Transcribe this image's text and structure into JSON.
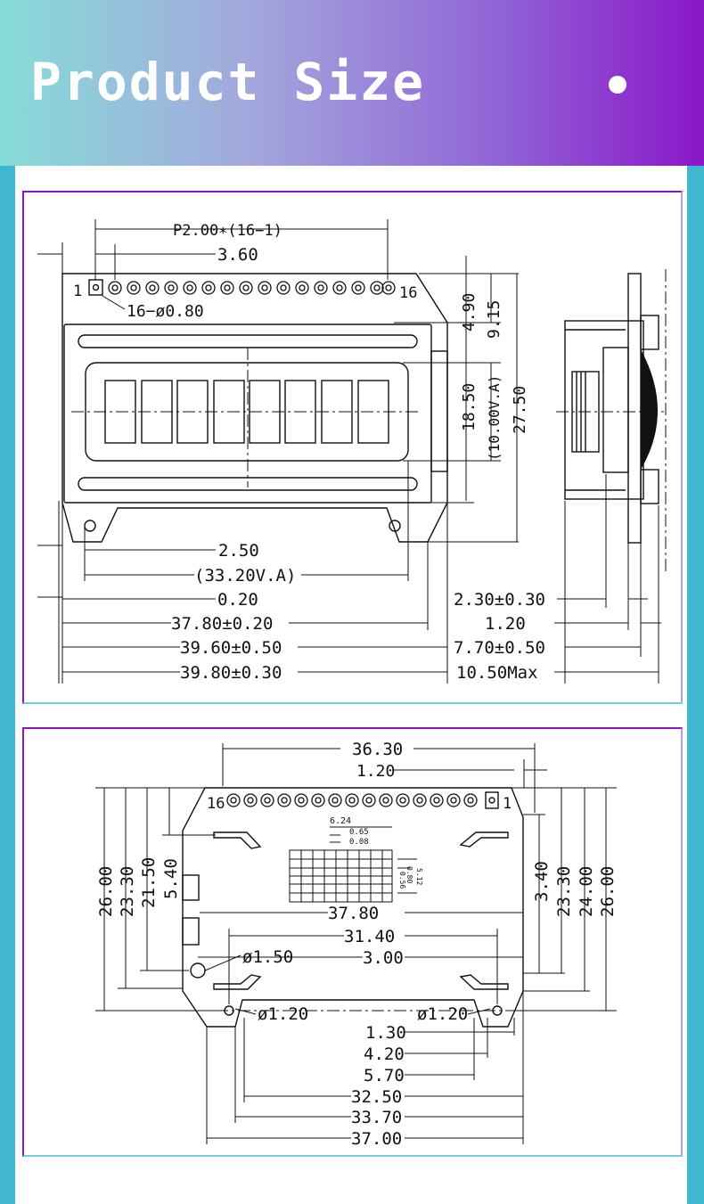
{
  "header": {
    "title": "Product Size"
  },
  "top_drawing": {
    "pitch": "P2.00∗(16−1)",
    "d_3_60": "3.60",
    "pin_first": "1",
    "pin_last": "16",
    "pin_dia": "16−ø0.80",
    "d_4_90": "4.90",
    "d_9_15": "9.15",
    "d_18_50": "18.50",
    "d_10_va": "(10.00V.A)",
    "d_27_50": "27.50",
    "d_2_50": "2.50",
    "d_33_20": "(33.20V.A)",
    "d_0_20": "0.20",
    "d_37_80": "37.80±0.20",
    "d_39_60": "39.60±0.50",
    "d_39_80": "39.80±0.30",
    "d_2_30": "2.30±0.30",
    "d_1_20": "1.20",
    "d_7_70": "7.70±0.50",
    "d_10_50": "10.50Max"
  },
  "bottom_drawing": {
    "d_36_30": "36.30",
    "d_1_20": "1.20",
    "pin_first": "16",
    "pin_last": "1",
    "d_6_24": "6.24",
    "d_0_65": "0.65",
    "d_0_08": "0.08",
    "d_0_80": "0.80",
    "d_0_56": "0.56",
    "d_5_12": "5.12",
    "d_37_80": "37.80",
    "d_31_40": "31.40",
    "d_3_00": "3.00",
    "d_1_50": "ø1.50",
    "d_1_20a": "ø1.20",
    "d_1_20b": "ø1.20",
    "d_1_30": "1.30",
    "d_4_20": "4.20",
    "d_5_70": "5.70",
    "d_32_50": "32.50",
    "d_33_70": "33.70",
    "d_37_00": "37.00",
    "d_26_00_l": "26.00",
    "d_23_30_l": "23.30",
    "d_21_50": "21.50",
    "d_5_40": "5.40",
    "d_3_40": "3.40",
    "d_23_30_r": "23.30",
    "d_24_00": "24.00",
    "d_26_00_r": "26.00"
  }
}
